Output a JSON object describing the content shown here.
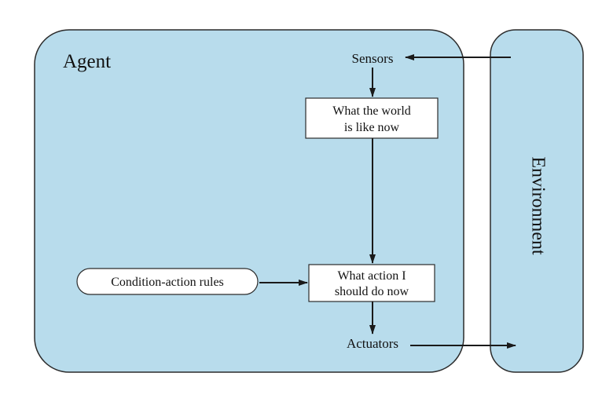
{
  "agent": {
    "label": "Agent"
  },
  "environment": {
    "label": "Environment"
  },
  "nodes": {
    "sensors": {
      "label": "Sensors"
    },
    "world_state": {
      "line1": "What the world",
      "line2": "is like now"
    },
    "action_choice": {
      "line1": "What action I",
      "line2": "should do now"
    },
    "rules": {
      "label": "Condition-action rules"
    },
    "actuators": {
      "label": "Actuators"
    }
  },
  "colors": {
    "fill": "#b8dcec",
    "stroke": "#2b2b2b",
    "box_fill": "#ffffff",
    "arrow": "#1a1a1a"
  }
}
